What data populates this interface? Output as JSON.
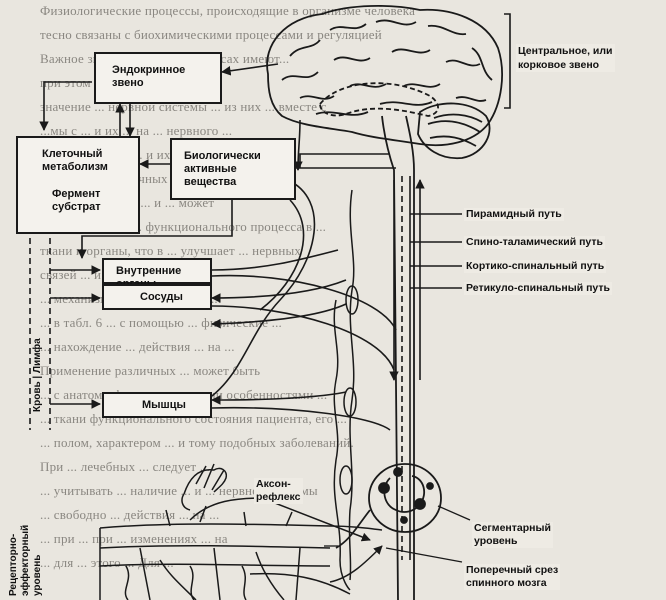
{
  "background_text": [
    "Физиологические процессы, происходящие в организме человека",
    "тесно связаны с биохимическими процессами и регуляцией",
    "Важное значение в этих процессах имеют...",
    "при этом и при любом ...",
    "значение ... нервной системы ... из них ... вместе с",
    "...мы с ... и их ... на ... нервного ...",
    "... в ... действия ... и их ... и",
    "их, отек, ... различных заболеваний.",
    "Несомненно, что ... и ... может",
    "способствовать ... функционального процесса в ...",
    "ткани и органы, что в ... улучшает ... нервных",
    "связей ... и ... заболеваний.",
    "... механизм ... действия ... на ...",
    "... в табл. 6 ... с помощью ... физические ...",
    "... нахождение ... действия ... на ...",
    "Применение различных ... может быть",
    "... с анатомо-физиологическими особенностями ...",
    "... ткани функционального состояния пациента, его ...",
    "... полом, характером ... и тому подобных заболеваний.",
    "При ... лечебных ... следует ...",
    "... учитывать ... наличие ... и ... нервной системы",
    "... свободно ... действия ... на ...",
    "... при ... при ... изменениях ... на",
    "... для ... этого ... Для ..."
  ],
  "boxes": {
    "endocrine": [
      "Эндокринное",
      "звено"
    ],
    "metabolism": [
      "Клеточный",
      "метаболизм"
    ],
    "enzyme": [
      "Фермент",
      "субстрат"
    ],
    "bioactive": [
      "Биологически",
      "активные",
      "вещества"
    ],
    "organs": "Внутренние органы",
    "vessels": "Сосуды",
    "muscles": "Мышцы"
  },
  "labels": {
    "central": [
      "Центральное, или",
      "корковое звено"
    ],
    "pyramidal": "Пирамидный путь",
    "spinothalamic": "Спино-таламический путь",
    "corticospinal": "Кортико-спинальный путь",
    "reticulospinal": "Ретикуло-спинальный путь",
    "segmental": [
      "Сегментарный",
      "уровень"
    ],
    "axon_reflex": [
      "Аксон-",
      "рефлекс"
    ],
    "cross_section": [
      "Поперечный срез",
      "спинного мозга"
    ],
    "blood_lymph": "Кровь | Лимфа",
    "receptor": [
      "Рецепторно-",
      "эффекторный",
      "уровень"
    ]
  },
  "colors": {
    "paper": "#e9e6df",
    "ink": "#1a1a1a",
    "box_fill": "#f4f2ed"
  }
}
